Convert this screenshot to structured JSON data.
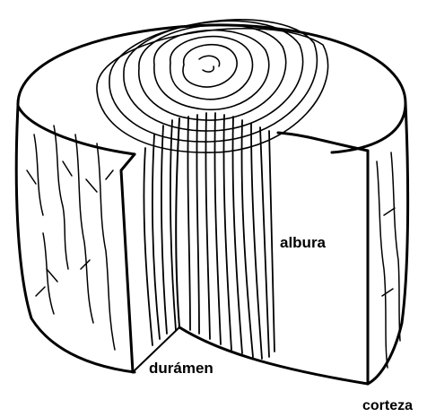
{
  "diagram": {
    "labels": {
      "albura": "albura",
      "duramen": "durámen",
      "corteza": "corteza"
    },
    "colors": {
      "ink": "#000000",
      "paper": "#ffffff"
    }
  }
}
